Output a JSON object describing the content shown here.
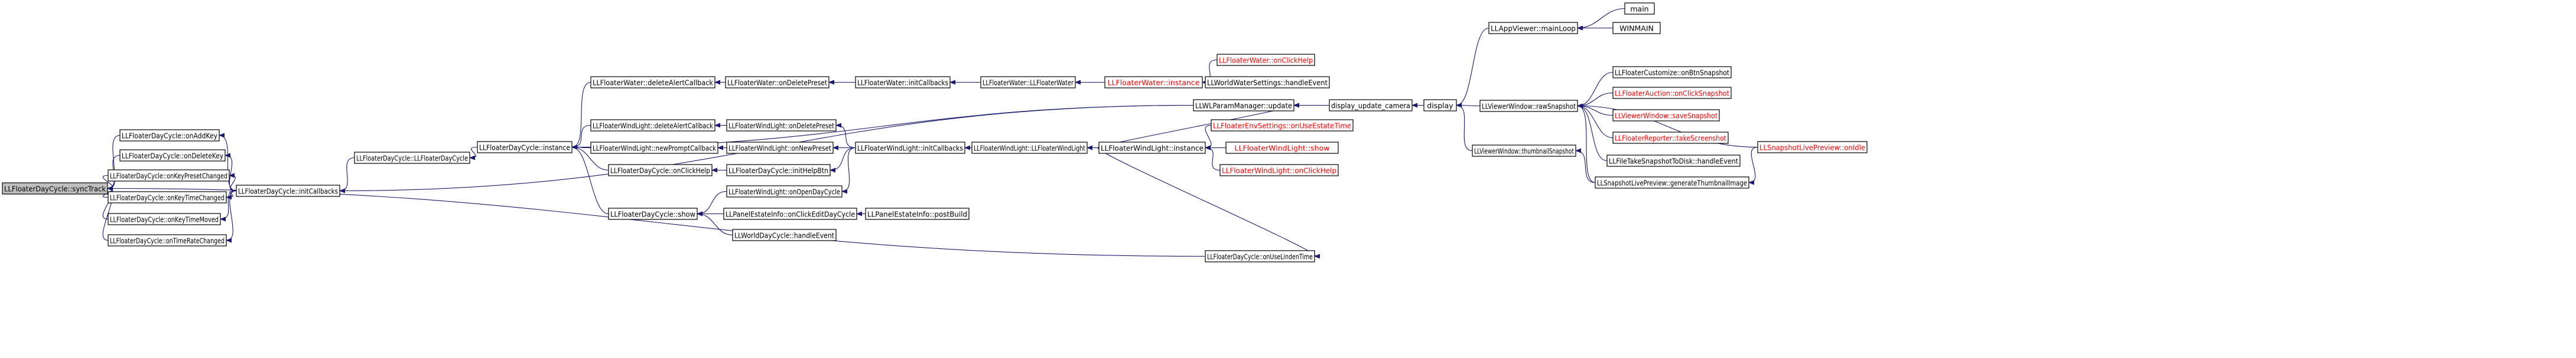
{
  "colors": {
    "edge": "#191970",
    "root_fill": "#bfbfbf",
    "red_text": "#ff0000"
  },
  "nodes": {
    "root": {
      "label": "LLFloaterDayCycle::syncTrack"
    },
    "onAddKey": {
      "label": "LLFloaterDayCycle::onAddKey"
    },
    "onDeleteKey": {
      "label": "LLFloaterDayCycle::onDeleteKey"
    },
    "onKeyPresetChanged": {
      "label": "LLFloaterDayCycle::onKeyPresetChanged"
    },
    "onKeyTimeChanged": {
      "label": "LLFloaterDayCycle::onKeyTimeChanged"
    },
    "onKeyTimeMoved": {
      "label": "LLFloaterDayCycle::onKeyTimeMoved"
    },
    "onTimeRateChanged": {
      "label": "LLFloaterDayCycle::onTimeRateChanged"
    },
    "initCallbacks": {
      "label": "LLFloaterDayCycle::initCallbacks"
    },
    "ctor": {
      "label": "LLFloaterDayCycle::LLFloaterDayCycle"
    },
    "dcInstance": {
      "label": "LLFloaterDayCycle::instance"
    },
    "fwDeleteAlert": {
      "label": "LLFloaterWater::deleteAlertCallback"
    },
    "fwOnDeletePreset": {
      "label": "LLFloaterWater::onDeletePreset"
    },
    "fwInitCallbacks": {
      "label": "LLFloaterWater::initCallbacks"
    },
    "fwCtor": {
      "label": "LLFloaterWater::LLFloaterWater"
    },
    "fwInstance": {
      "label": "LLFloaterWater::instance"
    },
    "fwOnClickHelp": {
      "label": "LLFloaterWater::onClickHelp"
    },
    "worldWaterHandle": {
      "label": "LLWorldWaterSettings::handleEvent"
    },
    "wlParamUpdate": {
      "label": "LLWLParamManager::update"
    },
    "displayUpdateCamera": {
      "label": "display_update_camera"
    },
    "display": {
      "label": "display"
    },
    "mainLoop": {
      "label": "LLAppViewer::mainLoop"
    },
    "main": {
      "label": "main"
    },
    "winmain": {
      "label": "WINMAIN"
    },
    "rawSnapshot": {
      "label": "LLViewerWindow::rawSnapshot"
    },
    "thumbnailSnapshot": {
      "label": "LLViewerWindow::thumbnailSnapshot"
    },
    "customizeSnapshot": {
      "label": "LLFloaterCustomize::onBtnSnapshot"
    },
    "auctionSnapshot": {
      "label": "LLFloaterAuction::onClickSnapshot"
    },
    "saveSnapshot": {
      "label": "LLViewerWindow::saveSnapshot"
    },
    "reporterScreenshot": {
      "label": "LLFloaterReporter::takeScreenshot"
    },
    "takeSnapshotToDisk": {
      "label": "LLFileTakeSnapshotToDisk::handleEvent"
    },
    "genThumbnail": {
      "label": "LLSnapshotLivePreview::generateThumbnailImage"
    },
    "livePreviewOnIdle": {
      "label": "LLSnapshotLivePreview::onIdle"
    },
    "wlDeleteAlert": {
      "label": "LLFloaterWindLight::deleteAlertCallback"
    },
    "wlOnDeletePreset": {
      "label": "LLFloaterWindLight::onDeletePreset"
    },
    "wlNewPromptCb": {
      "label": "LLFloaterWindLight::newPromptCallback"
    },
    "wlOnNewPreset": {
      "label": "LLFloaterWindLight::onNewPreset"
    },
    "wlInitCallbacks": {
      "label": "LLFloaterWindLight::initCallbacks"
    },
    "wlCtor": {
      "label": "LLFloaterWindLight::LLFloaterWindLight"
    },
    "wlInstance": {
      "label": "LLFloaterWindLight::instance"
    },
    "envUseEstate": {
      "label": "LLFloaterEnvSettings::onUseEstateTime"
    },
    "wlShow": {
      "label": "LLFloaterWindLight::show"
    },
    "wlOnClickHelp": {
      "label": "LLFloaterWindLight::onClickHelp"
    },
    "dcOnClickHelp": {
      "label": "LLFloaterDayCycle::onClickHelp"
    },
    "dcInitHelpBtn": {
      "label": "LLFloaterDayCycle::initHelpBtn"
    },
    "wlOnOpenDayCycle": {
      "label": "LLFloaterWindLight::onOpenDayCycle"
    },
    "dcShow": {
      "label": "LLFloaterDayCycle::show"
    },
    "peOnClickEditDayCycle": {
      "label": "LLPanelEstateInfo::onClickEditDayCycle"
    },
    "peInfoPostBuild": {
      "label": "LLPanelEstateInfo::postBuild"
    },
    "worldDayHandle": {
      "label": "LLWorldDayCycle::handleEvent"
    },
    "dcUseLindenTime": {
      "label": "LLFloaterDayCycle::onUseLindenTime"
    }
  }
}
